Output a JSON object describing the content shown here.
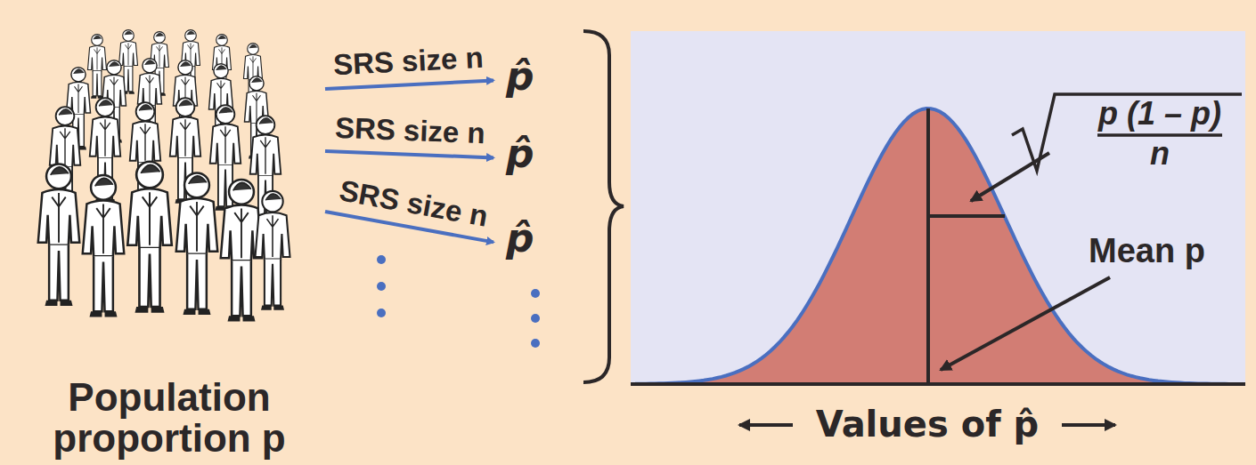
{
  "diagram": {
    "nodes": [
      {
        "text": [
          "Population proportion p"
        ]
      },
      {
        "text": [
          "p̂"
        ]
      },
      {
        "text": [
          "p̂"
        ]
      },
      {
        "text": [
          "p̂"
        ]
      }
    ],
    "edges": [
      {
        "from": 0,
        "to": 1,
        "arrow": "to",
        "label": "SRS size n"
      },
      {
        "from": 0,
        "to": 2,
        "arrow": "to",
        "label": "SRS size n"
      },
      {
        "from": 0,
        "to": 3,
        "arrow": "to",
        "label": "SRS size n"
      }
    ],
    "labels": [
      "p (1 – p)",
      "n",
      "Mean p",
      "Values of p̂"
    ]
  }
}
